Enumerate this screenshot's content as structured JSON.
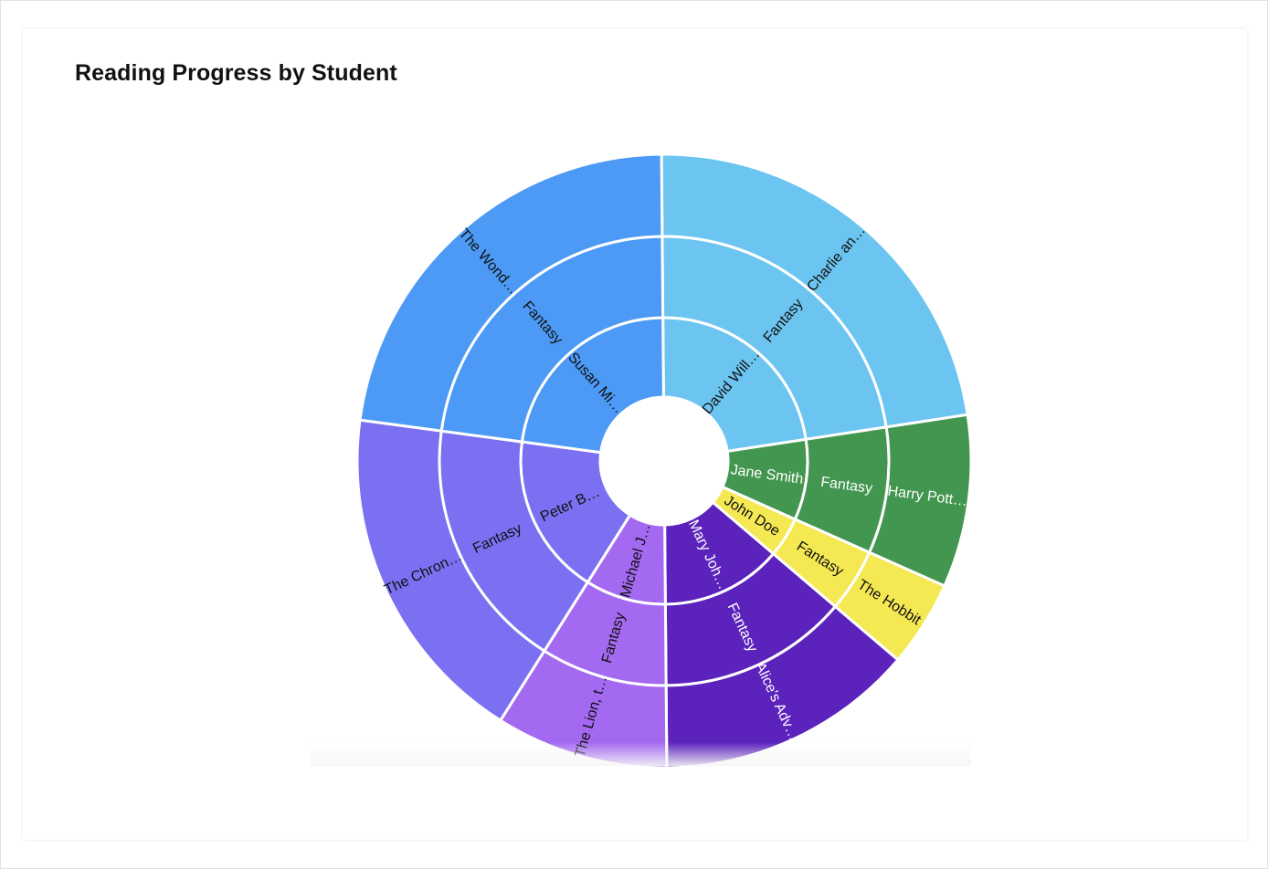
{
  "chart_data": {
    "type": "sunburst",
    "title": "Reading Progress by Student",
    "levels": [
      "student",
      "genre",
      "book"
    ],
    "segments": [
      {
        "student": "David Williams",
        "student_label": "David Will…",
        "genre": "Fantasy",
        "book": "Charlie and the Chocolate Factory",
        "book_label": "Charlie an…",
        "value": 5,
        "color": "#6cc5f0",
        "text_color": "#111111"
      },
      {
        "student": "Jane Smith",
        "student_label": "Jane Smith",
        "genre": "Fantasy",
        "book": "Harry Potter",
        "book_label": "Harry Pott…",
        "value": 2,
        "color": "#43964f",
        "text_color": "#ffffff"
      },
      {
        "student": "John Doe",
        "student_label": "John Doe",
        "genre": "Fantasy",
        "book": "The Hobbit",
        "book_label": "The Hobbit",
        "value": 1,
        "color": "#f4e853",
        "text_color": "#111111"
      },
      {
        "student": "Mary Johnson",
        "student_label": "Mary Joh…",
        "genre": "Fantasy",
        "book": "Alice's Adventures in Wonderland",
        "book_label": "Alice's Adv…",
        "value": 3,
        "color": "#5b22bc",
        "text_color": "#ffffff"
      },
      {
        "student": "Michael Jones",
        "student_label": "Michael J…",
        "genre": "Fantasy",
        "book": "The Lion, the Witch and the Wardrobe",
        "book_label": "The Lion, t…",
        "value": 2,
        "color": "#a469f1",
        "text_color": "#111111"
      },
      {
        "student": "Peter Brown",
        "student_label": "Peter B…",
        "genre": "Fantasy",
        "book": "The Chronicles of Narnia",
        "book_label": "The Chron…",
        "value": 4,
        "color": "#7b70f1",
        "text_color": "#111111"
      },
      {
        "student": "Susan Miller",
        "student_label": "Susan Mi…",
        "genre": "Fantasy",
        "book": "The Wonderful Wizard of Oz",
        "book_label": "The Wond…",
        "value": 5,
        "color": "#4c9af5",
        "text_color": "#111111"
      }
    ]
  }
}
